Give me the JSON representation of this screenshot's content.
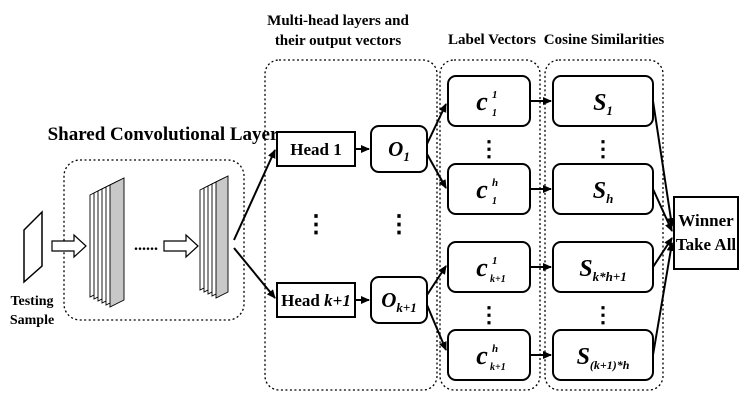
{
  "headers": {
    "multi_head_line1": "Multi-head layers and",
    "multi_head_line2": "their output vectors",
    "label_vectors": "Label Vectors",
    "cosine_similarities": "Cosine Similarities"
  },
  "shared_layer": "Shared Convolutional Layer",
  "testing_sample": {
    "line1": "Testing",
    "line2": "Sample"
  },
  "heads": {
    "head1": {
      "prefix": "Head ",
      "num": "1"
    },
    "head_k1": {
      "prefix": "Head ",
      "var": "k",
      "suffix": "+1"
    }
  },
  "outputs": {
    "o1": {
      "base": "O",
      "sub": "1"
    },
    "ok1": {
      "base": "O",
      "sub": "k+1"
    }
  },
  "label_vectors": [
    {
      "base": "c",
      "sup": "1",
      "sub": "1"
    },
    {
      "base": "c",
      "sup": "h",
      "sub": "1"
    },
    {
      "base": "c",
      "sup": "1",
      "sub": "k+1"
    },
    {
      "base": "c",
      "sup": "h",
      "sub": "k+1"
    }
  ],
  "similarities": [
    {
      "base": "S",
      "sub": "1"
    },
    {
      "base": "S",
      "sub": "h"
    },
    {
      "base": "S",
      "sub": "k*h+1"
    },
    {
      "base": "S",
      "sub": "(k+1)*h"
    }
  ],
  "winner": {
    "line1": "Winner",
    "line2": "Take All"
  },
  "dots": {
    "h": "......",
    "v": "⋮"
  }
}
